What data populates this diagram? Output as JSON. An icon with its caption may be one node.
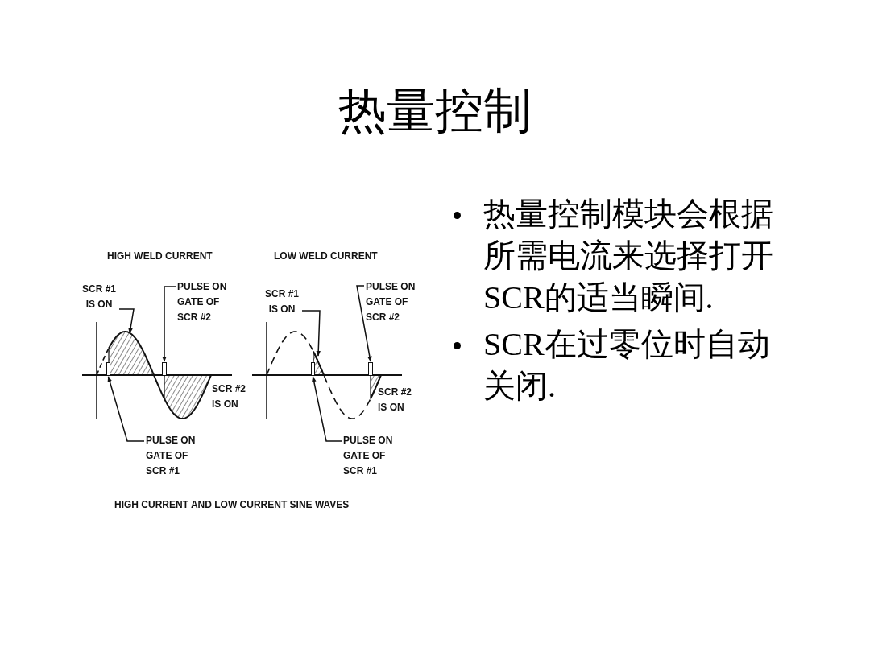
{
  "diagram": {
    "title": "热量控制",
    "caption": "HIGH CURRENT AND LOW CURRENT SINE WAVES",
    "nodes": [
      {
        "text": [
          "SCR #1 IS ON"
        ]
      },
      {
        "text": [
          "PULSE ON GATE OF SCR #2"
        ]
      },
      {
        "text": [
          "PULSE ON GATE OF SCR #1"
        ]
      },
      {
        "text": [
          "SCR #1 IS ON"
        ]
      },
      {
        "text": [
          "PULSE ON GATE OF SCR #2"
        ]
      },
      {
        "text": [
          "PULSE ON GATE OF SCR #1"
        ]
      },
      {
        "text": [],
        "shape": "bar"
      },
      {
        "text": [],
        "shape": "bar"
      },
      {
        "text": [],
        "shape": "bar"
      },
      {
        "text": [],
        "shape": "bar"
      },
      {
        "text": [],
        "shape": "area"
      },
      {
        "text": [],
        "shape": "area"
      }
    ],
    "edges": [
      {
        "from": 0,
        "to": 10,
        "arrow": "to"
      },
      {
        "from": 1,
        "to": 7,
        "arrow": "to"
      },
      {
        "from": 2,
        "to": 6,
        "arrow": "to"
      },
      {
        "from": 3,
        "to": 11,
        "arrow": "to"
      },
      {
        "from": 4,
        "to": 9,
        "arrow": "to"
      },
      {
        "from": 5,
        "to": 8,
        "arrow": "to"
      }
    ],
    "labels": [
      "热量控制模块会根据所需电流来选择打开SCR的适当瞬间.",
      "SCR在过零位时自动关闭.",
      "HIGH WELD CURRENT",
      "LOW WELD CURRENT",
      "SCR #2 IS ON",
      "SCR #2 IS ON"
    ]
  }
}
